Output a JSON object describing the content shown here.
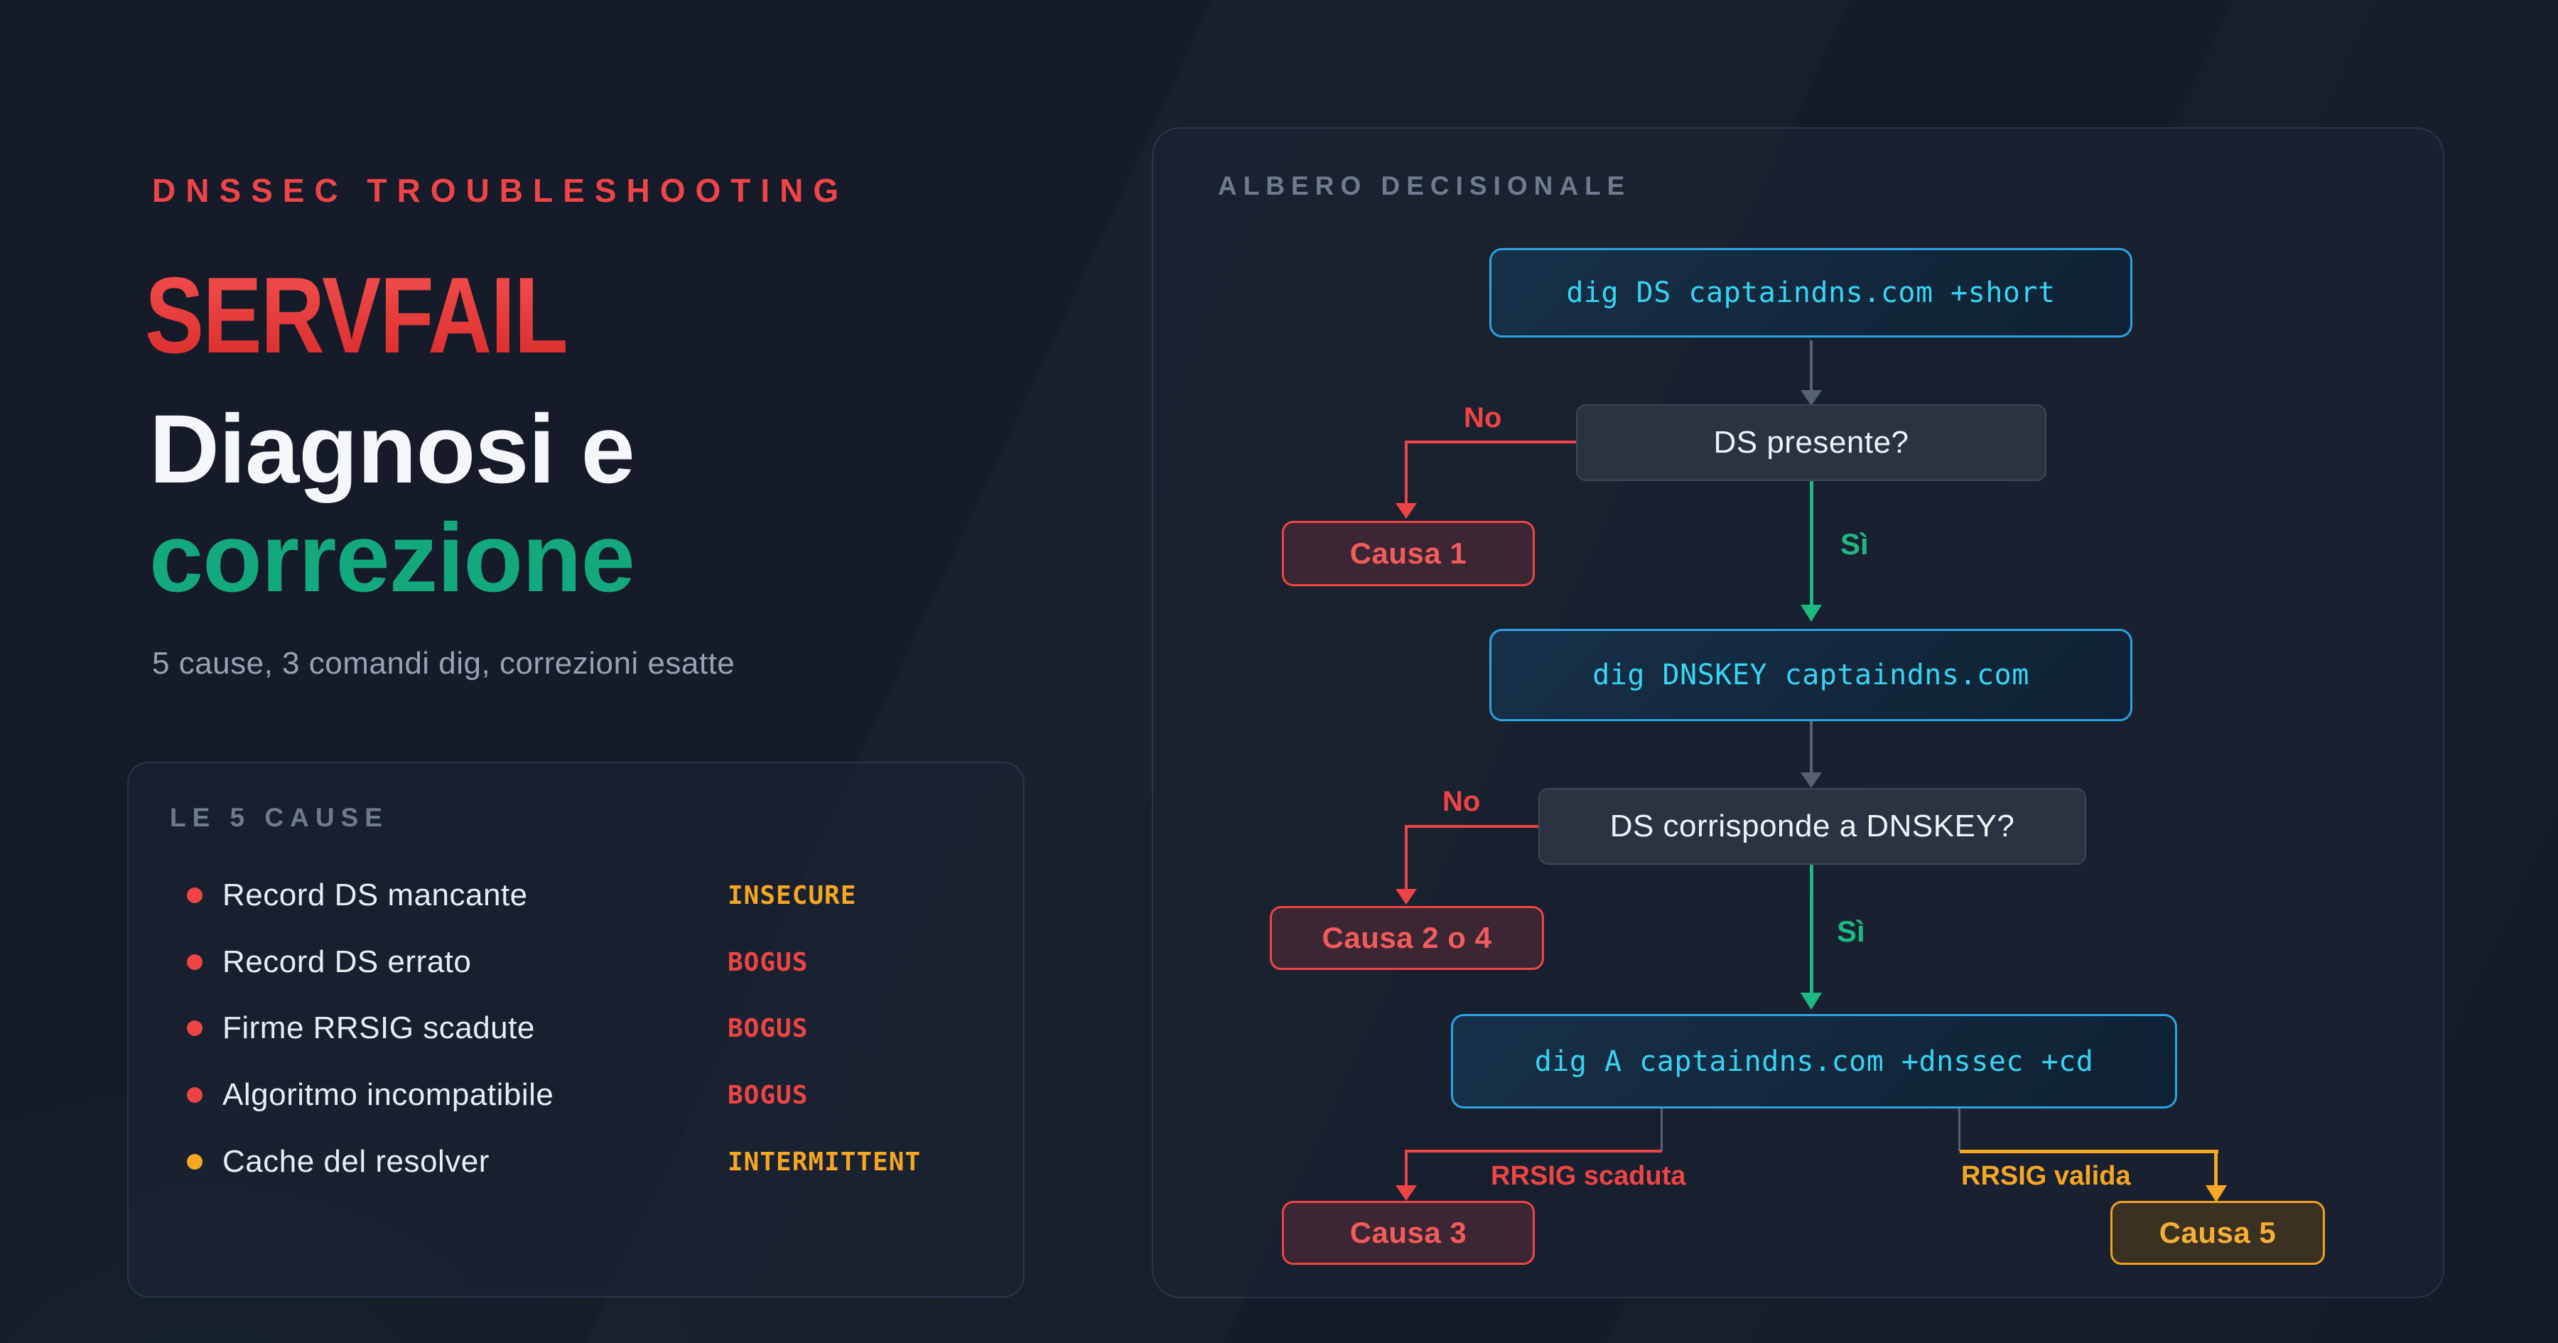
{
  "hero": {
    "kicker": "DNSSEC TROUBLESHOOTING",
    "title": "SERVFAIL",
    "headline_line1": "Diagnosi e",
    "headline_line2": "correzione",
    "tagline": "5 cause, 3 comandi dig, correzioni esatte"
  },
  "causes_card": {
    "title": "LE 5 CAUSE",
    "items": [
      {
        "label": "Record DS mancante",
        "status": "INSECURE"
      },
      {
        "label": "Record DS errato",
        "status": "BOGUS"
      },
      {
        "label": "Firme RRSIG scadute",
        "status": "BOGUS"
      },
      {
        "label": "Algoritmo incompatibile",
        "status": "BOGUS"
      },
      {
        "label": "Cache del resolver",
        "status": "INTERMITTENT"
      }
    ]
  },
  "tree_card": {
    "title": "ALBERO DECISIONALE",
    "command_nodes": [
      "dig DS captaindns.com +short",
      "dig DNSKEY captaindns.com",
      "dig A captaindns.com +dnssec +cd"
    ],
    "question_nodes": [
      "DS presente?",
      "DS corrisponde a DNSKEY?"
    ],
    "cause_nodes": [
      "Causa 1",
      "Causa 2 o 4",
      "Causa 3",
      "Causa 5"
    ],
    "edge_labels": {
      "no": "No",
      "yes": "Sì",
      "rrsig_expired": "RRSIG scaduta",
      "rrsig_valid": "RRSIG valida"
    }
  },
  "colors": {
    "background": "#151b28",
    "accent_red": "#ef4444",
    "accent_green": "#1db981",
    "accent_amber": "#f5a623",
    "cyan_text": "#38d4f3",
    "cyan_border": "#2aa3e2",
    "muted_title": "#6e7b8f"
  }
}
